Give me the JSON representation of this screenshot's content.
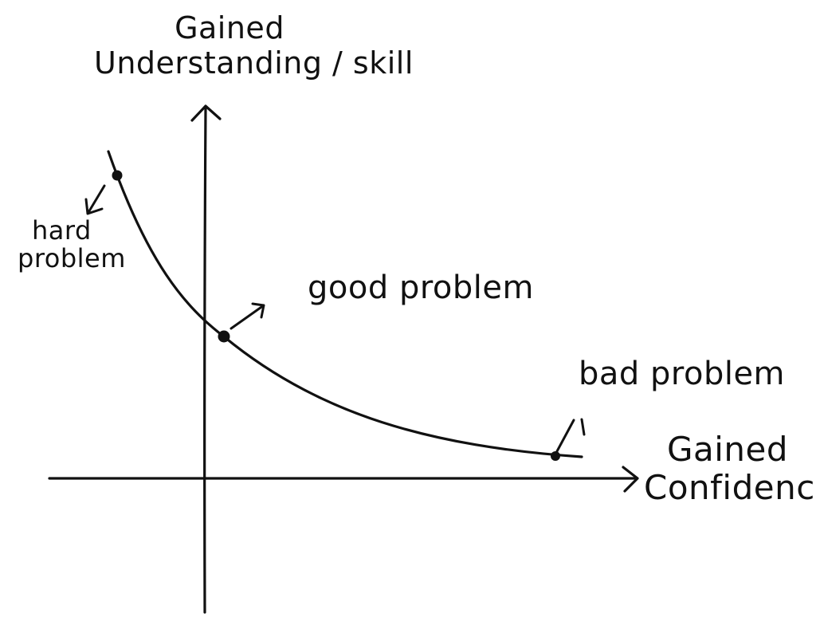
{
  "diagram": {
    "y_axis_label_line1": "Gained",
    "y_axis_label_line2": "Understanding / skill",
    "x_axis_label_line1": "Gained",
    "x_axis_label_line2": "Confidence",
    "annotations": {
      "hard_line1": "hard",
      "hard_line2": "problem",
      "good": "good problem",
      "bad": "bad problem"
    },
    "stroke_color": "#111111",
    "background_color": "#ffffff"
  }
}
